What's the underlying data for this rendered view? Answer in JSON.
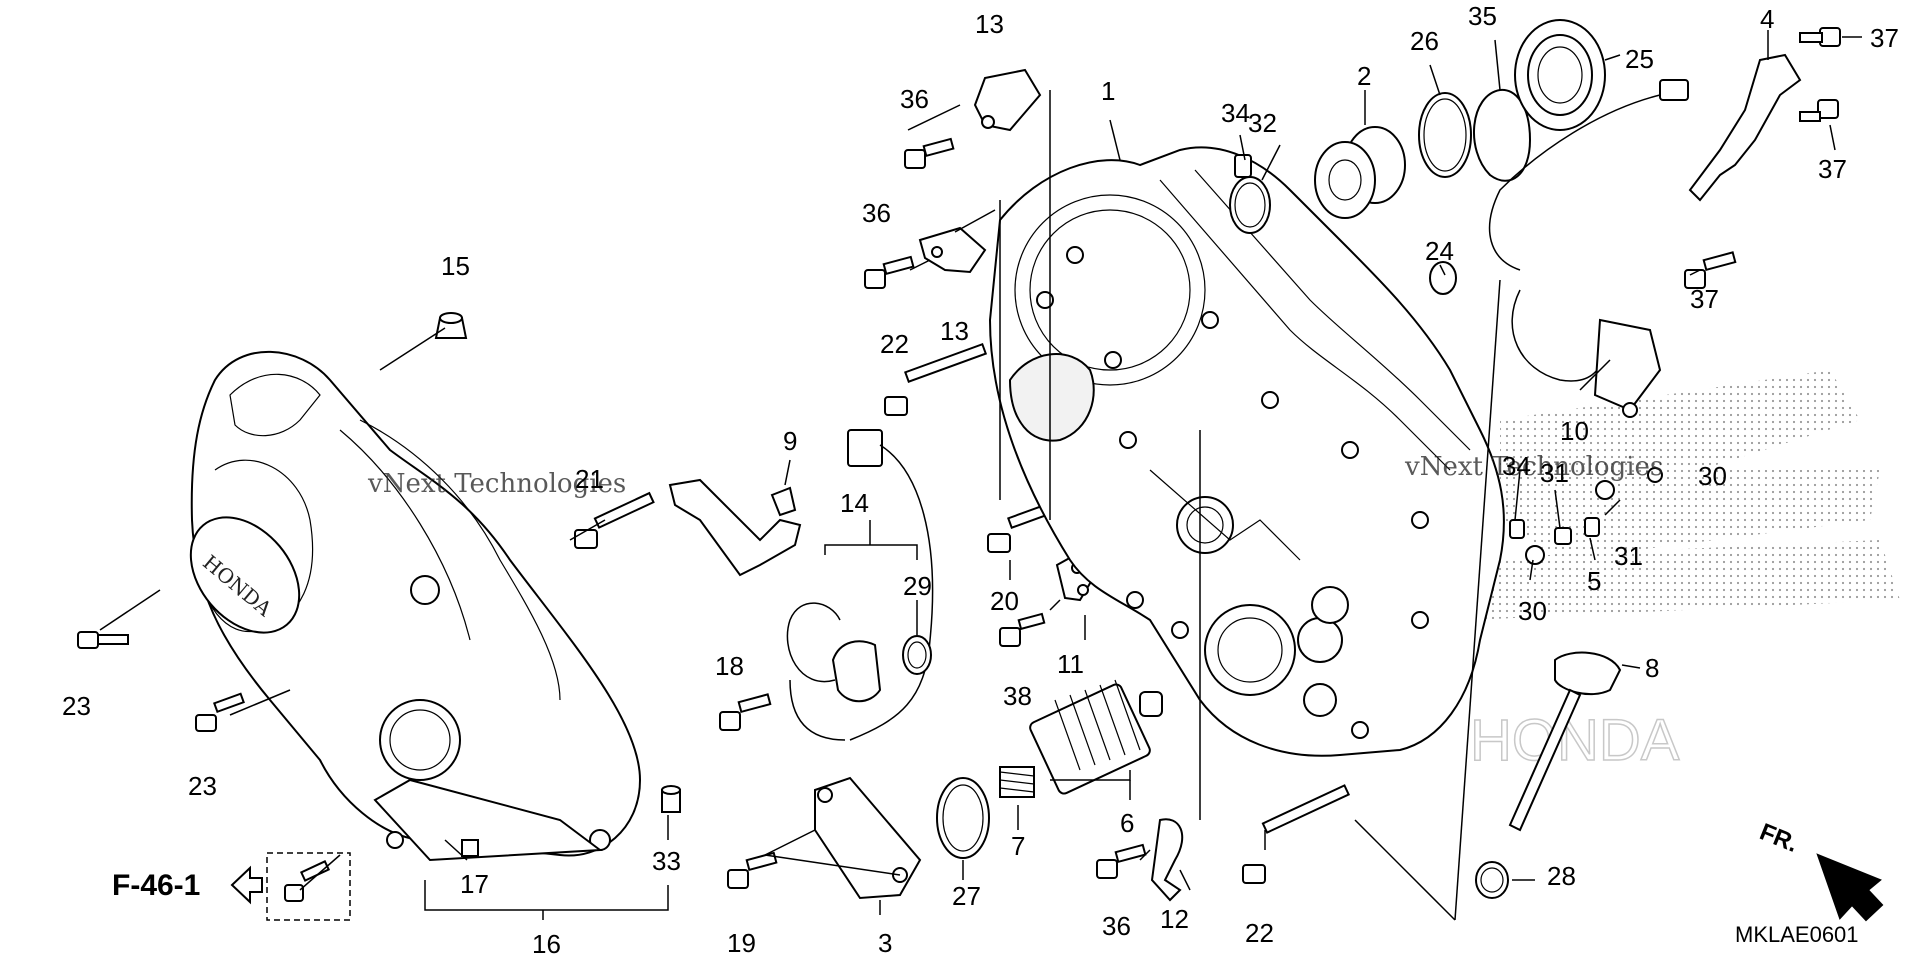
{
  "diagram": {
    "ref_code": "MKLAE0601",
    "cross_reference": "F-46-1",
    "direction_label": "FR.",
    "watermark_text": "vNext Technologies",
    "cover_logo_text": "HONDA",
    "background_logo_text": "HONDA"
  },
  "callouts": [
    "1",
    "2",
    "3",
    "4",
    "5",
    "6",
    "7",
    "8",
    "9",
    "10",
    "11",
    "12",
    "13",
    "13",
    "14",
    "15",
    "16",
    "17",
    "18",
    "19",
    "20",
    "21",
    "22",
    "22",
    "23",
    "23",
    "24",
    "25",
    "26",
    "27",
    "28",
    "29",
    "30",
    "30",
    "31",
    "31",
    "32",
    "33",
    "34",
    "34",
    "35",
    "36",
    "36",
    "36",
    "37",
    "37",
    "37",
    "38"
  ]
}
